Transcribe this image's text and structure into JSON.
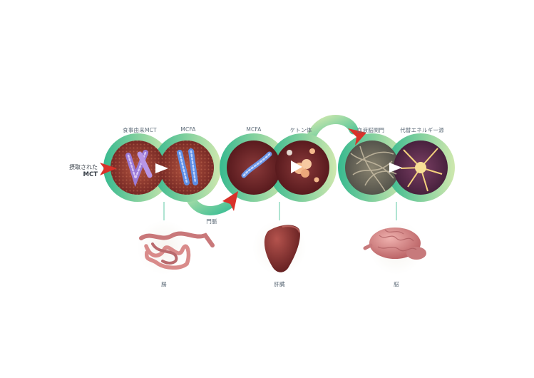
{
  "labels": {
    "intake_line1": "摂取された",
    "intake_line2": "MCT",
    "stage1_left": "食事由来MCT",
    "stage1_right": "MCFA",
    "stage2_left": "MCFA",
    "stage2_right": "ケトン体",
    "stage3_left": "血液脳関門",
    "stage3_right": "代替エネルギー源",
    "portal_vein": "門脈",
    "organ_intestine": "腸",
    "organ_liver": "肝臓",
    "organ_brain": "脳"
  },
  "colors": {
    "ring_green": "#3fbf95",
    "ring_light": "#c8e6a9",
    "arrow_red": "#d8322a",
    "tissue_red": "#7a2a26",
    "mct_purple": "#9b7ad6",
    "mcfa_blue": "#5d8ee6",
    "ketone_orange": "#f3b98c",
    "neuron_yellow": "#f4d17c",
    "organ_pink": "#c9787a"
  }
}
